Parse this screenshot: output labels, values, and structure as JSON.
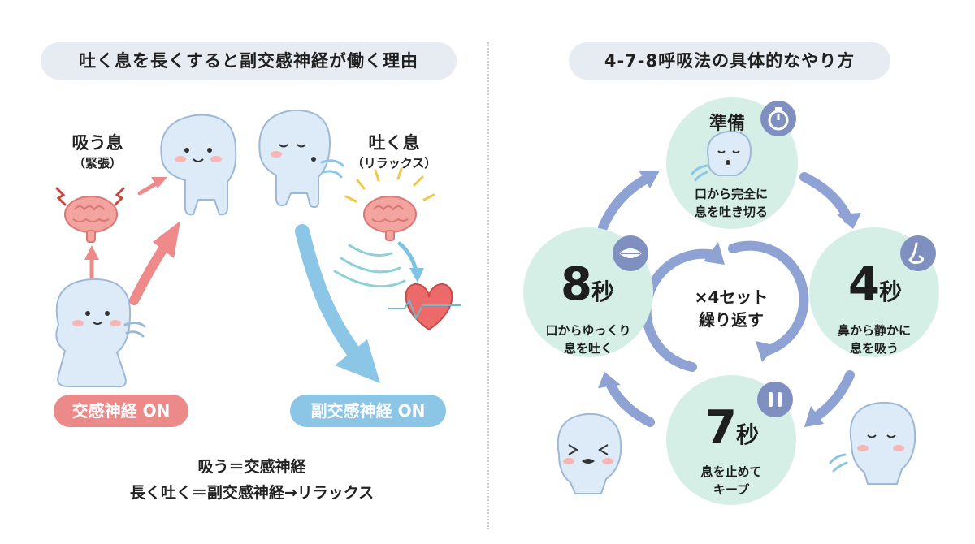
{
  "left": {
    "title": "吐く息を長くすると副交感神経が働く理由",
    "inhale_label": "吸う息",
    "inhale_sub": "（緊張）",
    "exhale_label": "吐く息",
    "exhale_sub": "（リラックス）",
    "sympathetic_badge": "交感神経 ON",
    "parasympathetic_badge": "副交感神経 ON",
    "summary_line1": "吸う＝交感神経",
    "summary_line2": "長く吐く＝副交感神経→リラックス"
  },
  "right": {
    "title": "4-7-8呼吸法の具体的なやり方",
    "prepare": {
      "title": "準備",
      "desc1": "口から完全に",
      "desc2": "息を吐き切る"
    },
    "step4": {
      "num": "4",
      "unit": "秒",
      "desc1": "鼻から静かに",
      "desc2": "息を吸う"
    },
    "step7": {
      "num": "7",
      "unit": "秒",
      "desc1": "息を止めて",
      "desc2": "キープ"
    },
    "step8": {
      "num": "8",
      "unit": "秒",
      "desc1": "口からゆっくり",
      "desc2": "息を吐く"
    },
    "center1": "×4セット",
    "center2": "繰り返す"
  },
  "colors": {
    "title_bg": "#e7ecf3",
    "step_circle": "#d5efe7",
    "arrow": "#8ea2d4",
    "sympathetic": "#ec8a8a",
    "parasympathetic": "#8cc6e6",
    "mascot": "#dcebf7"
  },
  "icons": {
    "timer": "stopwatch-icon",
    "nose": "nose-icon",
    "mouth": "lips-icon",
    "pause": "pause-icon",
    "brain": "brain-icon",
    "heart": "heart-icon"
  }
}
